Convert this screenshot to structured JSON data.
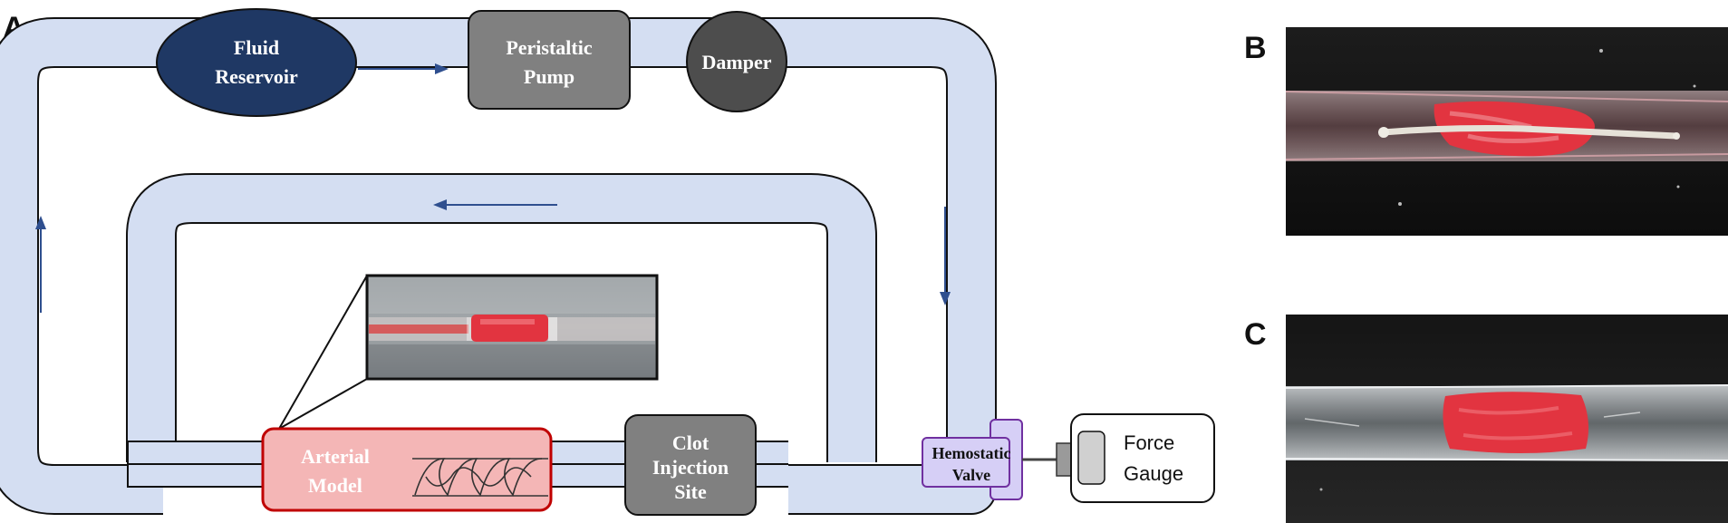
{
  "panels": {
    "a": "A",
    "b": "B",
    "c": "C"
  },
  "components": {
    "fluid_reservoir": [
      "Fluid",
      "Reservoir"
    ],
    "peristaltic_pump": [
      "Peristaltic",
      "Pump"
    ],
    "damper": "Damper",
    "arterial_model": [
      "Arterial",
      "Model"
    ],
    "clot_injection_site": [
      "Clot",
      "Injection",
      "Site"
    ],
    "hemostatic_valve": [
      "Hemostatic",
      "Valve"
    ],
    "force_gauge": [
      "Force",
      "Gauge"
    ]
  },
  "colors": {
    "tube_fill": "#d4def2",
    "tube_stroke": "#111111",
    "arrow": "#2f4f8f",
    "reservoir": "#1f3864",
    "pump": "#808080",
    "damper": "#4d4d4d",
    "arterial_fill": "#f4b6b6",
    "arterial_stroke": "#c00000",
    "clot_site": "#808080",
    "valve_fill": "#d6cff6",
    "valve_stroke": "#7030a0",
    "clot_red": "#e23440"
  }
}
